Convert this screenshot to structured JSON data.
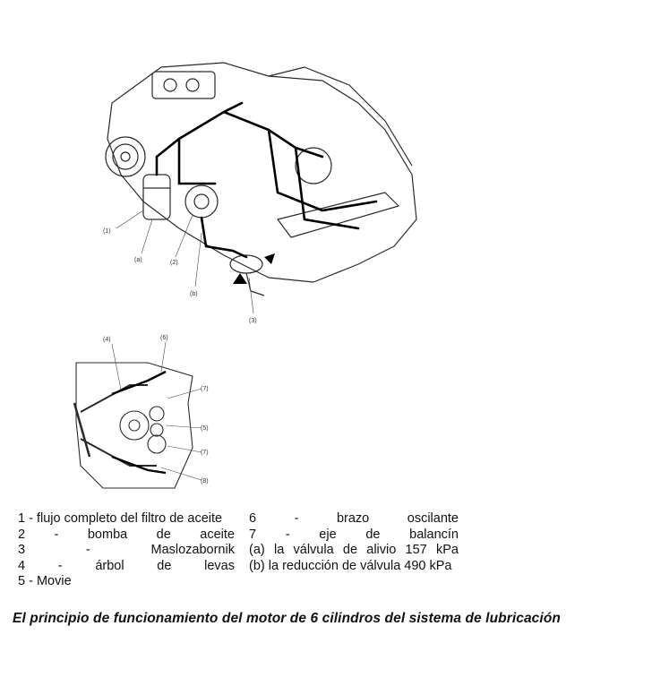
{
  "diagram": {
    "callouts_top": [
      "(1)",
      "(a)",
      "(2)",
      "(b)",
      "(3)"
    ],
    "callouts_bottom": [
      "(4)",
      "(6)",
      "(7)",
      "(5)",
      "(7)",
      "(8)"
    ]
  },
  "legend": {
    "rows": [
      {
        "left": [
          "1 - flujo completo del filtro de aceite"
        ],
        "right": [
          "6",
          "-",
          "brazo",
          "oscilante"
        ]
      },
      {
        "left": [
          "2",
          "-",
          "bomba",
          "de",
          "aceite"
        ],
        "right": [
          "7",
          "-",
          "eje",
          "de",
          "balancín"
        ]
      },
      {
        "left": [
          "3",
          "-",
          "Maslozabornik"
        ],
        "right": [
          "(a)",
          "la",
          "válvula",
          "de",
          "alivio",
          "157",
          "kPa"
        ]
      },
      {
        "left": [
          "4",
          "-",
          "árbol",
          "de",
          "levas"
        ],
        "right": [
          "(b) la reducción de válvula 490 kPa"
        ]
      },
      {
        "left": [
          "5 - Movie"
        ],
        "right": []
      }
    ]
  },
  "caption": "El principio de funcionamiento del motor de 6 cilindros del sistema de lubricación"
}
